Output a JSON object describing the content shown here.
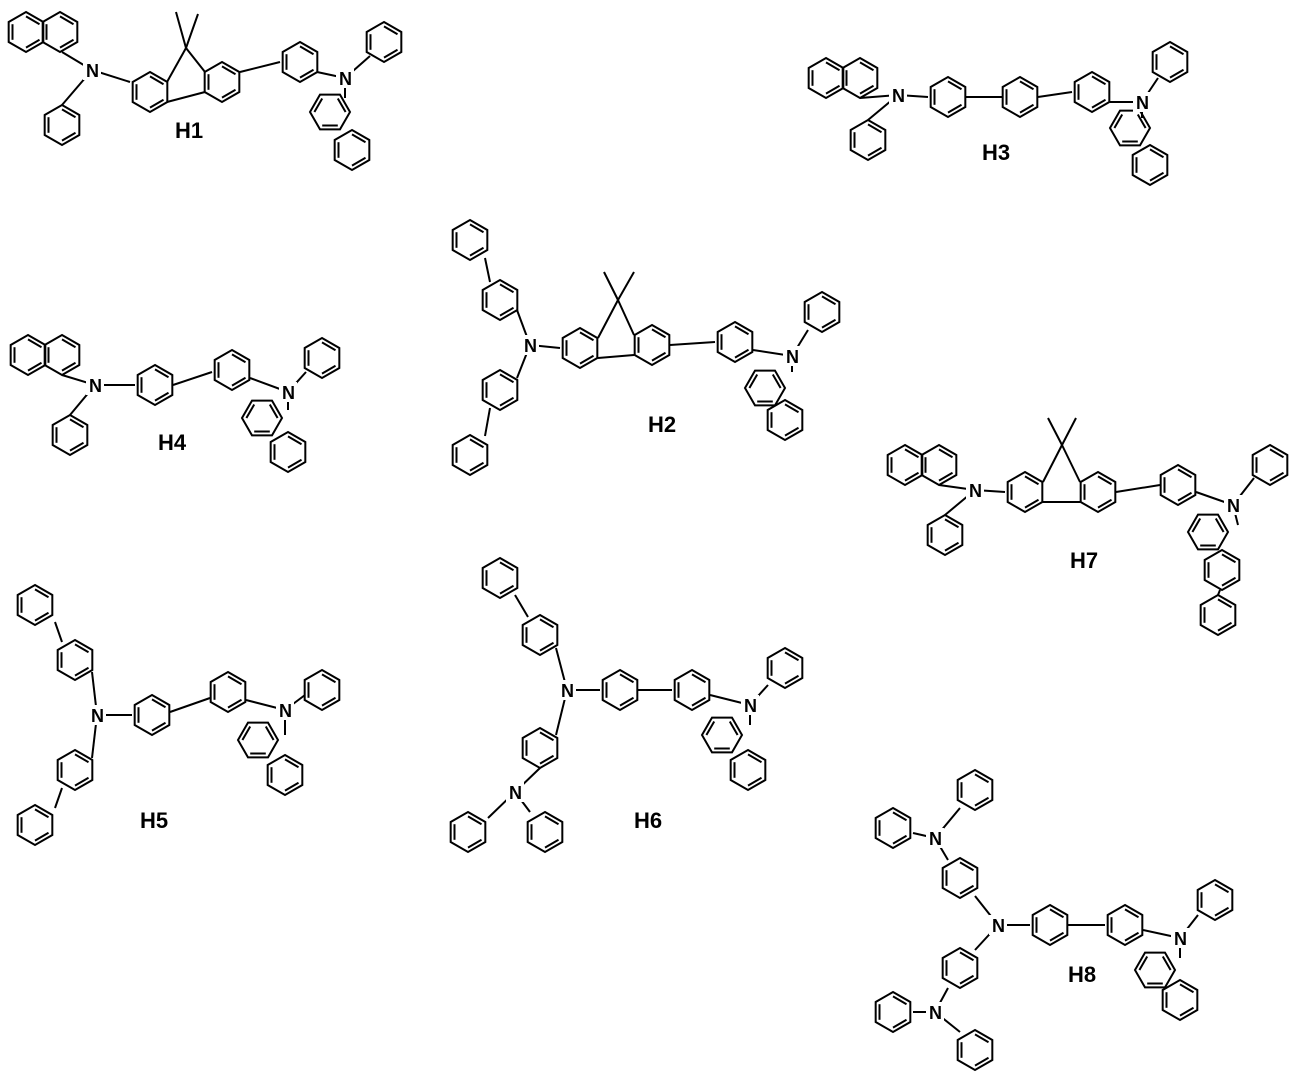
{
  "figure": {
    "atom_label": "N",
    "compounds": [
      {
        "id": "H1",
        "label": "H1"
      },
      {
        "id": "H2",
        "label": "H2"
      },
      {
        "id": "H3",
        "label": "H3"
      },
      {
        "id": "H4",
        "label": "H4"
      },
      {
        "id": "H5",
        "label": "H5"
      },
      {
        "id": "H6",
        "label": "H6"
      },
      {
        "id": "H7",
        "label": "H7"
      },
      {
        "id": "H8",
        "label": "H8"
      }
    ],
    "line_color": "#000000",
    "background": "#ffffff"
  }
}
